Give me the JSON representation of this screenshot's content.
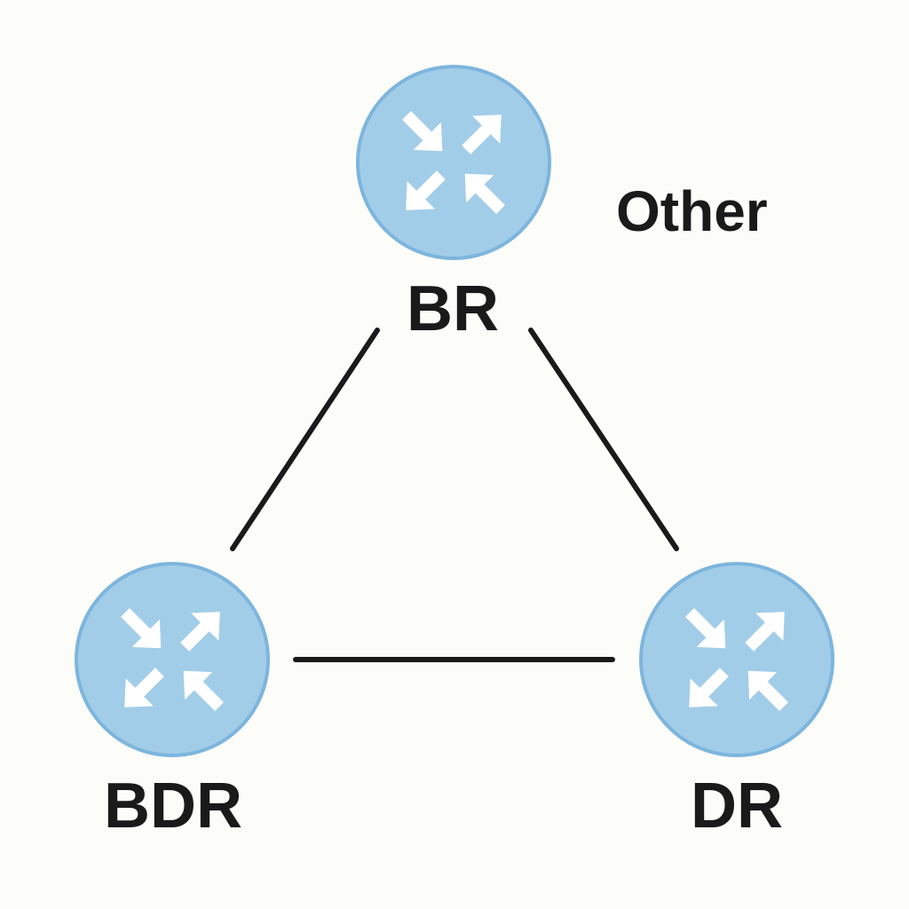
{
  "colors": {
    "background": "#fcfcf9",
    "router_fill": "#a2cde8",
    "router_stroke": "#7db5dd",
    "arrow": "#ffffff",
    "link": "#1a1a1a",
    "text": "#1a1a1a"
  },
  "icon": "router-icon",
  "nodes": {
    "br": {
      "label": "BR"
    },
    "bdr": {
      "label": "BDR"
    },
    "dr": {
      "label": "DR"
    }
  },
  "annotations": {
    "other": "Other"
  },
  "links": [
    {
      "from": "br",
      "to": "bdr"
    },
    {
      "from": "br",
      "to": "dr"
    },
    {
      "from": "bdr",
      "to": "dr"
    }
  ]
}
